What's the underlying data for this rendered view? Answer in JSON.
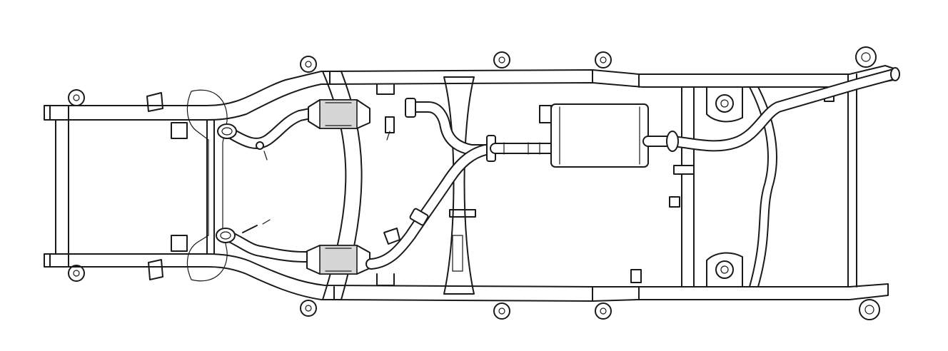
{
  "diagram": {
    "subject": "exhaust-system-on-frame",
    "colors": {
      "line": "#1a1a1a",
      "background": "#ffffff",
      "shade": "#d6d6d6"
    },
    "components": [
      "frame-rails",
      "crossmembers",
      "front-pipe-left",
      "front-pipe-right",
      "catalytic-converter-left",
      "catalytic-converter-right",
      "y-pipe",
      "muffler",
      "tail-pipe",
      "exhaust-hangers",
      "body-mounts"
    ]
  }
}
